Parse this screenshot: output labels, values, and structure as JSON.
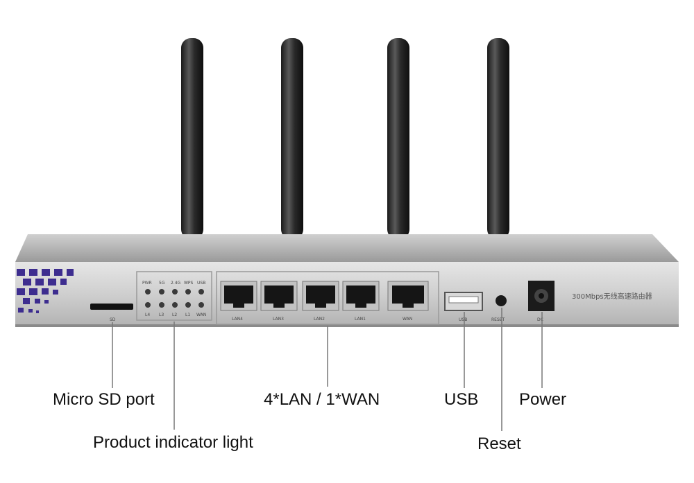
{
  "device": {
    "model_text": "300Mbps无线高速路由器",
    "sd_label": "SD",
    "indicator_top": [
      "PWR",
      "5G",
      "2.4G",
      "WPS",
      "USB"
    ],
    "indicator_bottom": [
      "L4",
      "L3",
      "L2",
      "L1",
      "WAN"
    ],
    "ports": [
      "LAN4",
      "LAN3",
      "LAN2",
      "LAN1",
      "WAN"
    ],
    "usb_label": "USB",
    "reset_label": "RESET",
    "dc_label": "DC"
  },
  "callouts": {
    "micro_sd": "Micro SD port",
    "indicator": "Product indicator light",
    "lan_wan": "4*LAN / 1*WAN",
    "usb": "USB",
    "power": "Power",
    "reset": "Reset"
  }
}
